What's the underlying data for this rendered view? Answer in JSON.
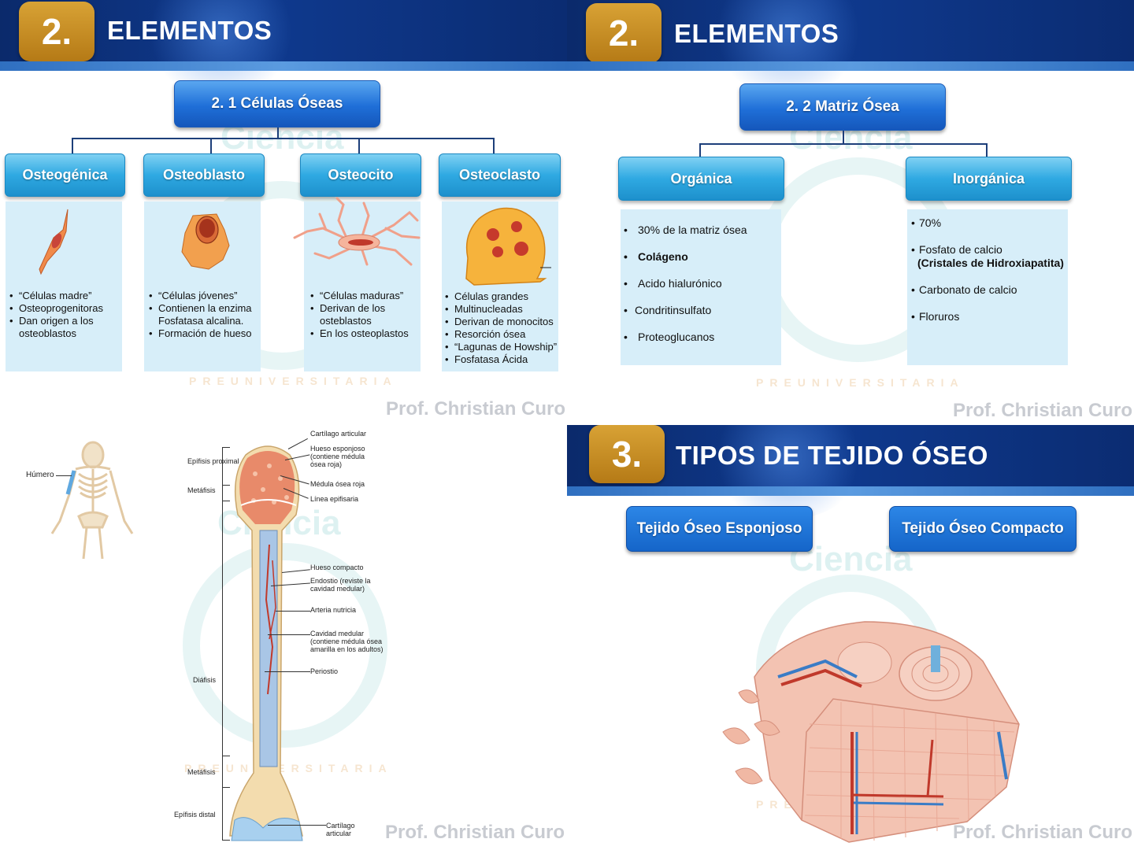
{
  "slide1": {
    "badge": "2.",
    "title": "ELEMENTOS",
    "heading": "2. 1 Células Óseas",
    "columns": [
      {
        "label": "Osteogénica",
        "bullets": [
          "“Células madre”",
          "Osteoprogenitoras",
          "Dan origen a los osteoblastos"
        ]
      },
      {
        "label": "Osteoblasto",
        "bullets": [
          "“Células jóvenes”",
          "Contienen la enzima Fosfatasa alcalina.",
          "Formación de hueso"
        ]
      },
      {
        "label": "Osteocito",
        "bullets": [
          "“Células maduras”",
          "Derivan de los osteblastos",
          "En los osteoplastos"
        ]
      },
      {
        "label": "Osteoclasto",
        "bullets": [
          "Células grandes",
          "Multinucleadas",
          "Derivan de monocitos",
          "Resorción ósea",
          "“Lagunas de Howship”",
          "Fosfatasa Ácida"
        ]
      }
    ],
    "watermark": "Prof. Christian Curo",
    "wm_word": "Ciencia",
    "wm_sub": "PREUNIVERSITARIA"
  },
  "slide2": {
    "badge": "2.",
    "title": "ELEMENTOS",
    "heading": "2. 2 Matriz Ósea",
    "organic": {
      "label": "Orgánica",
      "bullets": [
        "30% de la matriz ósea",
        "Colágeno",
        "Acido hialurónico",
        "Condritinsulfato",
        "Proteoglucanos"
      ]
    },
    "inorganic": {
      "label": "Inorgánica",
      "bullets": [
        "70%",
        "Fosfato de calcio",
        "(Cristales de Hidroxiapatita)",
        "Carbonato de calcio",
        "Floruros"
      ]
    },
    "watermark": "Prof. Christian Curo",
    "wm_word": "Ciencia",
    "wm_sub": "PREUNIVERSITARIA"
  },
  "slide3": {
    "humero": "Húmero",
    "left_labels": {
      "epifisis_proximal": "Epífisis proximal",
      "metafisis_top": "Metáfisis",
      "diafisis": "Diáfisis",
      "metafisis_bottom": "Metáfisis",
      "epifisis_distal": "Epífisis distal"
    },
    "right_labels": {
      "cartilago_top": "Cartílago articular",
      "esponjoso": "Hueso esponjoso (contiene médula ósea roja)",
      "medula_roja": "Médula ósea roja",
      "linea": "Línea epifisaria",
      "compacto": "Hueso compacto",
      "endostio": "Endostio (reviste la cavidad medular)",
      "arteria": "Arteria nutricia",
      "cavidad": "Cavidad medular (contiene médula ósea amarilla en los adultos)",
      "periostio": "Periostio",
      "cartilago_bottom": "Cartílago articular"
    },
    "watermark": "Prof. Christian Curo",
    "wm_word": "Ciencia",
    "wm_sub": "PREUNIVERSITARIA"
  },
  "slide4": {
    "badge": "3.",
    "title": "TIPOS DE TEJIDO ÓSEO",
    "button_spongy": "Tejido Óseo Esponjoso",
    "button_compact": "Tejido Óseo Compacto",
    "watermark": "Prof. Christian Curo",
    "wm_word": "Ciencia",
    "wm_sub": "PREU"
  }
}
